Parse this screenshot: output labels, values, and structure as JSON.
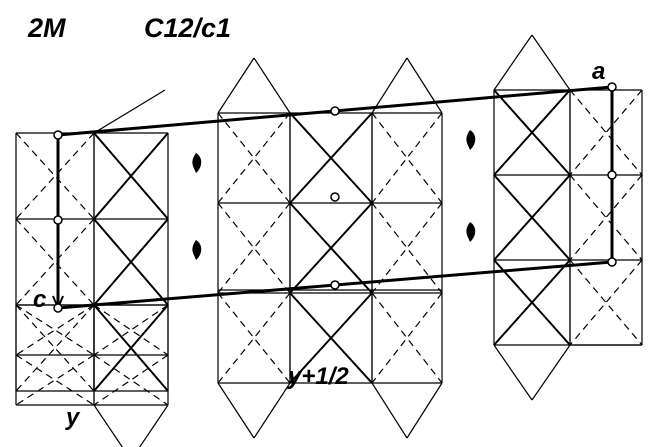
{
  "labels": {
    "polytype": "2M",
    "space_group": "C12/c1",
    "axis_a": "a",
    "axis_c": "c",
    "layer_y": "y",
    "layer_y_half": "y+1/2"
  },
  "colors": {
    "ink": "#000000",
    "paper": "#ffffff"
  },
  "symbols": [
    "twofold-screw-axis-icon",
    "twofold-screw-axis-icon",
    "twofold-screw-axis-icon",
    "twofold-screw-axis-icon"
  ]
}
